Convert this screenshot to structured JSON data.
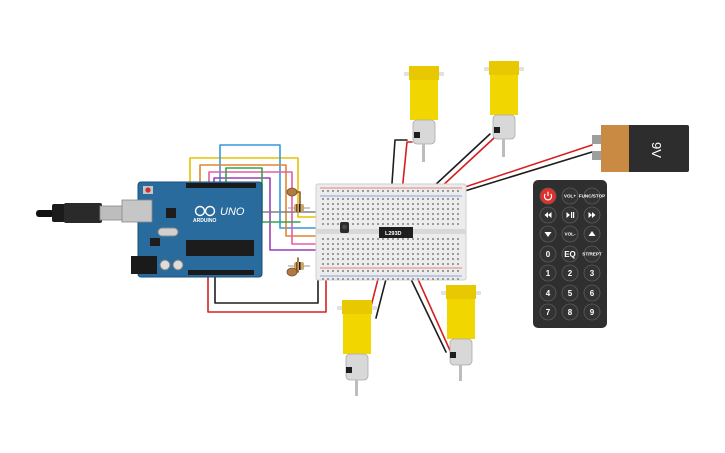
{
  "arduino": {
    "model_label": "UNO",
    "brand_label": "ARDUINO"
  },
  "driver_chip": {
    "label": "L293D"
  },
  "battery": {
    "label": "9V"
  },
  "remote": {
    "buttons": [
      {
        "key": "power",
        "text": "",
        "icon": "power-icon",
        "color": "#e0302a"
      },
      {
        "key": "vol-up",
        "text": "VOL+",
        "icon": "",
        "color": "#333333"
      },
      {
        "key": "func-stop",
        "text": "FUNC/STOP",
        "icon": "",
        "color": "#333333"
      },
      {
        "key": "prev",
        "text": "",
        "icon": "rewind-icon",
        "color": "#333333"
      },
      {
        "key": "play-pause",
        "text": "",
        "icon": "play-pause-icon",
        "color": "#333333"
      },
      {
        "key": "next",
        "text": "",
        "icon": "fast-forward-icon",
        "color": "#333333"
      },
      {
        "key": "down",
        "text": "",
        "icon": "triangle-down-icon",
        "color": "#333333"
      },
      {
        "key": "vol-down",
        "text": "VOL-",
        "icon": "",
        "color": "#333333"
      },
      {
        "key": "up",
        "text": "",
        "icon": "triangle-up-icon",
        "color": "#333333"
      },
      {
        "key": "0",
        "text": "0",
        "icon": "",
        "color": "#333333"
      },
      {
        "key": "eq",
        "text": "EQ",
        "icon": "",
        "color": "#333333"
      },
      {
        "key": "st-rept",
        "text": "ST/REPT",
        "icon": "",
        "color": "#333333"
      },
      {
        "key": "1",
        "text": "1",
        "icon": "",
        "color": "#333333"
      },
      {
        "key": "2",
        "text": "2",
        "icon": "",
        "color": "#333333"
      },
      {
        "key": "3",
        "text": "3",
        "icon": "",
        "color": "#333333"
      },
      {
        "key": "4",
        "text": "4",
        "icon": "",
        "color": "#333333"
      },
      {
        "key": "5",
        "text": "5",
        "icon": "",
        "color": "#333333"
      },
      {
        "key": "6",
        "text": "6",
        "icon": "",
        "color": "#333333"
      },
      {
        "key": "7",
        "text": "7",
        "icon": "",
        "color": "#333333"
      },
      {
        "key": "8",
        "text": "8",
        "icon": "",
        "color": "#333333"
      },
      {
        "key": "9",
        "text": "9",
        "icon": "",
        "color": "#333333"
      }
    ]
  },
  "colors": {
    "arduino_board": "#2a6b9e",
    "motor_body": "#f2d600",
    "battery_body": "#2d2d2d",
    "battery_cap": "#c98a43",
    "remote_body": "#2f2f2f",
    "breadboard": "#e9e9e9",
    "wire_red": "#d62020",
    "wire_black": "#1e1e1e",
    "wire_yellow": "#e6c200",
    "wire_blue": "#3399dd",
    "wire_purple": "#9b3fb6",
    "wire_pink": "#e85aa8",
    "wire_orange": "#e0862f",
    "wire_gray": "#808080"
  }
}
